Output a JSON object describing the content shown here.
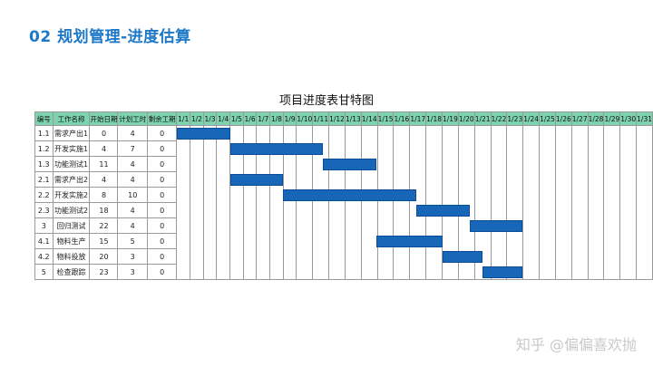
{
  "slide": {
    "title": "02 规划管理-进度估算"
  },
  "chart_title": "项目进度表甘特图",
  "columns": [
    "编号",
    "工作名称",
    "开始日期",
    "计划工时",
    "剩余工期"
  ],
  "days": [
    "1/1",
    "1/2",
    "1/3",
    "1/4",
    "1/5",
    "1/6",
    "1/7",
    "1/8",
    "1/9",
    "1/10",
    "1/11",
    "1/12",
    "1/13",
    "1/14",
    "1/15",
    "1/16",
    "1/17",
    "1/18",
    "1/19",
    "1/20",
    "1/21",
    "1/22",
    "1/23",
    "1/24",
    "1/25",
    "1/26",
    "1/27",
    "1/28",
    "1/29",
    "1/30",
    "1/31"
  ],
  "tasks": [
    {
      "id": "1.1",
      "name": "需求产出1",
      "start": "0",
      "plan": "4",
      "remain": "0"
    },
    {
      "id": "1.2",
      "name": "开发实施1",
      "start": "4",
      "plan": "7",
      "remain": "0"
    },
    {
      "id": "1.3",
      "name": "功能测试1",
      "start": "11",
      "plan": "4",
      "remain": "0"
    },
    {
      "id": "2.1",
      "name": "需求产出2",
      "start": "4",
      "plan": "4",
      "remain": "0"
    },
    {
      "id": "2.2",
      "name": "开发实施2",
      "start": "8",
      "plan": "10",
      "remain": "0"
    },
    {
      "id": "2.3",
      "name": "功能测试2",
      "start": "18",
      "plan": "4",
      "remain": "0"
    },
    {
      "id": "3",
      "name": "回归测试",
      "start": "22",
      "plan": "4",
      "remain": "0"
    },
    {
      "id": "4.1",
      "name": "物料生产",
      "start": "15",
      "plan": "5",
      "remain": "0"
    },
    {
      "id": "4.2",
      "name": "物料投放",
      "start": "20",
      "plan": "3",
      "remain": "0"
    },
    {
      "id": "5",
      "name": "检查跟踪",
      "start": "23",
      "plan": "3",
      "remain": "0"
    }
  ],
  "bar_color": "#1766b8",
  "header_color": "#7dd3b0",
  "title_color": "#1d78c8",
  "watermark": "知乎 @偏偏喜欢抛"
}
